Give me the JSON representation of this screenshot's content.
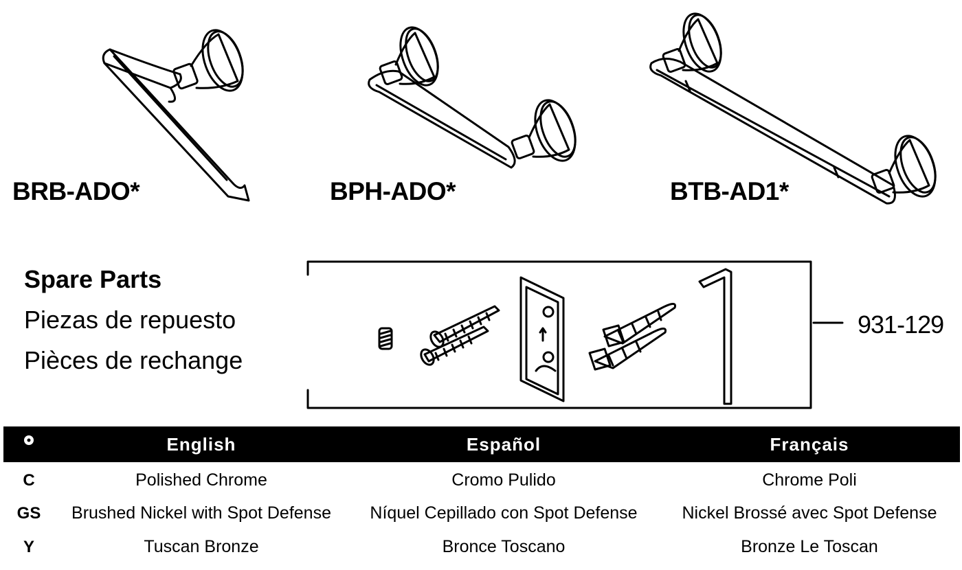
{
  "products": [
    {
      "model": "BRB-ADO*"
    },
    {
      "model": "BPH-ADO*"
    },
    {
      "model": "BTB-AD1*"
    }
  ],
  "spare_parts": {
    "title": "Spare Parts",
    "spanish": "Piezas de repuesto",
    "french": "Pièces de rechange",
    "part_number": "931-129"
  },
  "finish_table": {
    "headers": [
      "English",
      "Español",
      "Français"
    ],
    "header_icon": "finish-icon",
    "rows": [
      {
        "code": "C",
        "english": "Polished Chrome",
        "spanish": "Cromo Pulido",
        "french": "Chrome Poli"
      },
      {
        "code": "GS",
        "english": "Brushed Nickel with Spot Defense",
        "spanish": "Níquel Cepillado con Spot Defense",
        "french": "Nickel Brossé avec Spot Defense"
      },
      {
        "code": "Y",
        "english": "Tuscan Bronze",
        "spanish": "Bronce Toscano",
        "french": "Bronze Le Toscan"
      }
    ]
  }
}
